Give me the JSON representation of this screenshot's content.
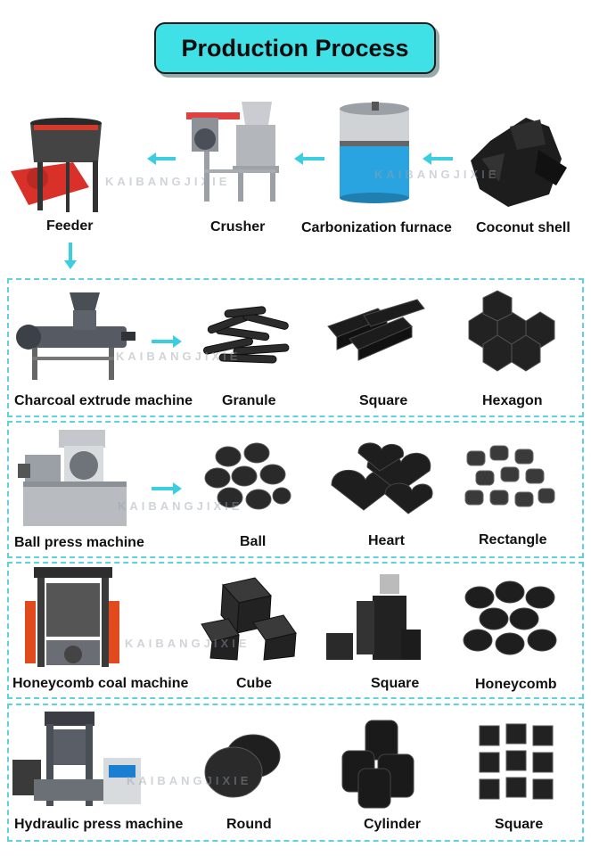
{
  "title": "Production Process",
  "watermark_text": "KAIBANGJIXIE",
  "top_row": [
    {
      "label": "Feeder"
    },
    {
      "label": "Crusher"
    },
    {
      "label": "Carbonization furnace"
    },
    {
      "label": "Coconut shell"
    }
  ],
  "sections": [
    {
      "machine": "Charcoal extrude machine",
      "products": [
        "Granule",
        "Square",
        "Hexagon"
      ]
    },
    {
      "machine": "Ball press machine",
      "products": [
        "Ball",
        "Heart",
        "Rectangle"
      ]
    },
    {
      "machine": "Honeycomb coal machine",
      "products": [
        "Cube",
        "Square",
        "Honeycomb"
      ]
    },
    {
      "machine": "Hydraulic press machine",
      "products": [
        "Round",
        "Cylinder",
        "Square"
      ]
    }
  ],
  "colors": {
    "accent": "#3fe0e6",
    "arrow": "#3ccde0",
    "border": "#5fd3dd"
  }
}
